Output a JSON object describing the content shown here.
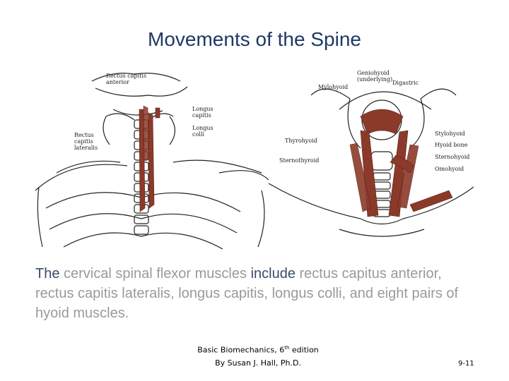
{
  "slide": {
    "title": "Movements of the Spine",
    "body": {
      "w1": "The",
      "w2": " cervical spinal flexor muscles ",
      "w3": "include",
      "w4": " rectus capitus anterior, rectus capitis lateralis, longus capitis, longus colli, and eight pairs of hyoid muscles."
    },
    "credit_line1_a": "Basic Biomechanics, 6",
    "credit_line1_sup": "th",
    "credit_line1_b": " edition",
    "credit_line2": "By Susan J. Hall, Ph.D.",
    "page_number": "9-11"
  },
  "figure": {
    "left_labels": {
      "rectus_capitis_anterior": "Rectus capitis anterior",
      "longus_capitis": "Longus capitis",
      "longus_colli": "Longus colli",
      "rectus_capitis_lateralis": "Rectus capitis lateralis"
    },
    "right_labels": {
      "geniohyoid": "Geniohyoid (underlying)",
      "mylohyoid": "Mylohyoid",
      "digastric": "Digastric",
      "stylohyoid": "Stylohyoid",
      "hyoid_bone": "Hyoid bone",
      "thyrohyoid": "Thyrohyoid",
      "sternohyoid": "Sternohyoid",
      "sternothyroid": "Sternothyroid",
      "omohyoid": "Omohyoid"
    },
    "muscle_color": "#8b3a2a",
    "bone_color": "#222222"
  }
}
